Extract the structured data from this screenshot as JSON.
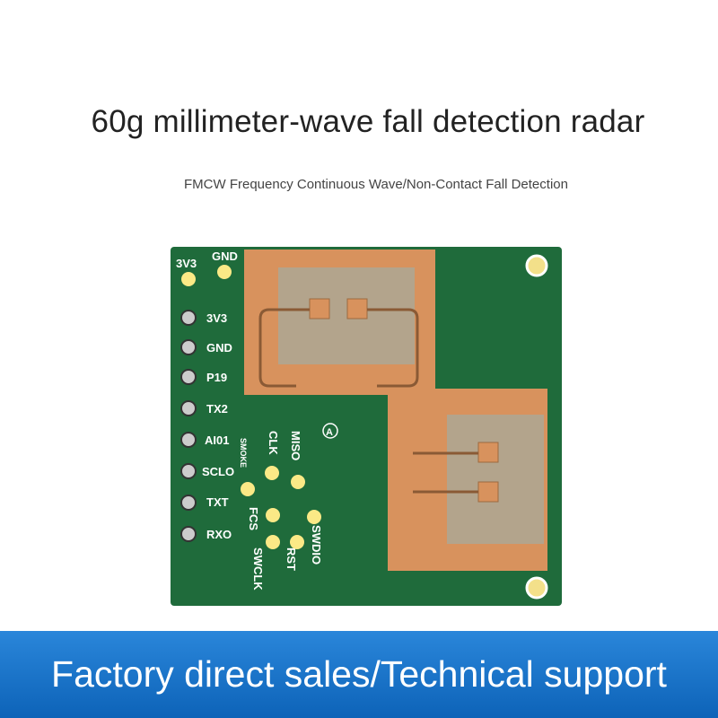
{
  "title": "60g millimeter-wave fall detection radar",
  "subtitle": "FMCW Frequency Continuous Wave/Non-Contact Fall Detection",
  "board": {
    "top_pads": [
      "3V3",
      "GND"
    ],
    "side_pins": [
      "3V3",
      "GND",
      "P19",
      "TX2",
      "AI01",
      "SCLO",
      "TXT",
      "RXO"
    ],
    "smoke": "SMOKE",
    "pads": [
      "CLK",
      "MISO",
      "FCS",
      "SWDIO",
      "SWCLK",
      "RST"
    ],
    "mark": "A"
  },
  "banner": "Factory direct sales/Technical support",
  "colors": {
    "pcb": "#1e6a3a",
    "copper": "#d9935f",
    "band": "#1a73c8"
  }
}
